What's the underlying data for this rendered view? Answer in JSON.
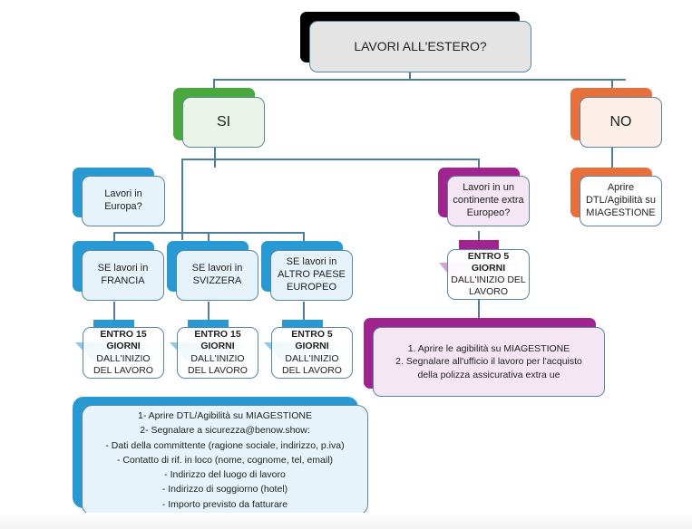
{
  "colors": {
    "black": "#000000",
    "green": "#4aa93d",
    "orange": "#e8703a",
    "blue": "#2899d2",
    "purple": "#a0238f",
    "connector": "#4e7f99"
  },
  "root": {
    "label": "LAVORI ALL'ESTERO?"
  },
  "yes": {
    "label": "SI"
  },
  "no": {
    "label": "NO",
    "action_lines": [
      "Aprire",
      "DTL/Agibilità su",
      "MIAGESTIONE"
    ]
  },
  "europe": {
    "question_lines": [
      "Lavori in",
      "Europa?"
    ],
    "branches": [
      {
        "label_lines": [
          "SE lavori in",
          "FRANCIA"
        ],
        "deadline_bold": [
          "ENTRO 15",
          "GIORNI"
        ],
        "deadline_rest": [
          "DALL'INIZIO",
          "DEL LAVORO"
        ]
      },
      {
        "label_lines": [
          "SE lavori in",
          "SVIZZERA"
        ],
        "deadline_bold": [
          "ENTRO 15",
          "GIORNI"
        ],
        "deadline_rest": [
          "DALL'INIZIO",
          "DEL LAVORO"
        ]
      },
      {
        "label_lines": [
          "SE lavori in",
          "ALTRO PAESE",
          "EUROPEO"
        ],
        "deadline_bold": [
          "ENTRO 5",
          "GIORNI"
        ],
        "deadline_rest": [
          "DALL'INIZIO",
          "DEL LAVORO"
        ]
      }
    ],
    "instructions": [
      "1- Aprire DTL/Agibilità su MIAGESTIONE",
      "2- Segnalare a sicurezza@benow.show:",
      "- Dati della committente (ragione sociale, indirizzo, p.iva)",
      "- Contatto di rif. in loco (nome, cognome, tel, email)",
      "- Indirizzo del luogo di lavoro",
      "- Indirizzo di soggiorno (hotel)",
      "- Importo previsto da fatturare"
    ]
  },
  "extra_europe": {
    "question_lines": [
      "Lavori in un",
      "continente extra",
      "Europeo?"
    ],
    "deadline_bold": [
      "ENTRO 5",
      "GIORNI"
    ],
    "deadline_rest": [
      "DALL'INIZIO DEL",
      "LAVORO"
    ],
    "instructions": [
      "1. Aprire le agibilità su MIAGESTIONE",
      "2. Segnalare all'ufficio il lavoro per l'acquisto",
      "della polizza assicurativa extra ue"
    ]
  }
}
